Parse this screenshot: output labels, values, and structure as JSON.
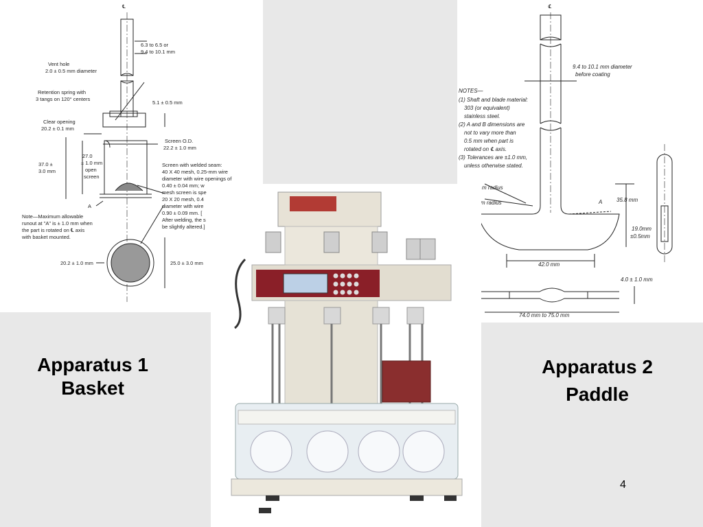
{
  "slide": {
    "number": "4",
    "caption_left": {
      "line1": "Apparatus 1",
      "line2": "Basket"
    },
    "caption_right": {
      "line1": "Apparatus 2",
      "line2": "Paddle"
    }
  },
  "basket_diagram": {
    "centerline_symbol": "℄",
    "shaft_dim": "6.3 to 6.5 or",
    "shaft_dim2": "9.4 to 10.1 mm",
    "vent_hole": "Vent hole",
    "vent_hole_dim": "2.0 ± 0.5 mm diameter",
    "retention_spring": "Retention spring with",
    "retention_spring2": "3 tangs on 120° centers",
    "hub_dim": "5.1 ± 0.5 mm",
    "clear_opening": "Clear opening",
    "clear_opening_dim": "20.2 ± 0.1 mm",
    "screen_od": "Screen O.D.",
    "screen_od_dim": "22.2 ± 1.0 mm",
    "height_total": "37.0 ±",
    "height_total2": "3.0 mm",
    "open_screen": "27.0",
    "open_screen2": "± 1.0 mm",
    "open_screen3": "open",
    "open_screen4": "screen",
    "screen_seam_1": "Screen with welded seam:",
    "screen_seam_2": "40 X 40 mesh, 0.25-mm wire",
    "screen_seam_3": "diameter with wire openings of",
    "screen_seam_4": "0.40 ± 0.04 mm; w",
    "screen_seam_5": "mesh screen is spe",
    "screen_seam_6": "20 X 20 mesh, 0.4",
    "screen_seam_7": "diameter with wire",
    "screen_seam_8": "0.90 ± 0.09 mm. [",
    "screen_seam_9": "After welding, the s",
    "screen_seam_10": "be slightly altered.]",
    "point_a": "A",
    "note_1": "Note—Maximum allowable",
    "note_2": "runout at \"A\" is ± 1.0 mm when",
    "note_3": "the part is rotated on ℄ axis",
    "note_4": "with basket mounted.",
    "bottom_left_dim": "20.2 ± 1.0 mm",
    "bottom_right_dim": "25.0 ± 3.0 mm"
  },
  "paddle_diagram": {
    "centerline_symbol": "℄",
    "shaft_dim": "9.4 to 10.1 mm diameter",
    "shaft_dim2": "before coating",
    "notes_title": "NOTES—",
    "note_1a": "(1) Shaft and blade material:",
    "note_1b": "303 (or equivalent)",
    "note_1c": "stainless steel.",
    "note_2a": "(2) A and B dimensions are",
    "note_2b": "not to vary more than",
    "note_2c": "0.5 mm when part is",
    "note_2d": "rotated on ℄ axis.",
    "note_3a": "(3) Tolerances are ±1.0 mm,",
    "note_3b": "unless otherwise stated.",
    "radius_1": "m radius",
    "radius_2": "m radius",
    "point_a": "A",
    "dim_358": "35.8 mm",
    "dim_190": "19.0mm",
    "dim_190b": "±0.5mm",
    "dim_420": "42.0 mm",
    "dim_40": "4.0 ± 1.0 mm",
    "dim_74": "74.0 mm to 75.0 mm"
  }
}
